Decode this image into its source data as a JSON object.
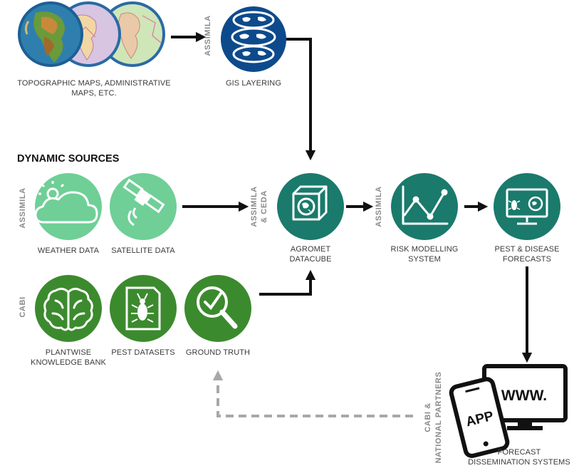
{
  "heading": "DYNAMIC SOURCES",
  "side_labels": {
    "gis": "ASSIMILA",
    "dynamic": "ASSIMILA",
    "cabi": "CABI",
    "datacube_line1": "ASSIMILA",
    "datacube_line2": "& CEDA",
    "risk": "ASSIMILA",
    "dissemination_line1": "CABI &",
    "dissemination_line2": "NATIONAL PARTNERS"
  },
  "nodes": {
    "maps": {
      "line1": "TOPOGRAPHIC MAPS, ADMINISTRATIVE",
      "line2": "MAPS, ETC."
    },
    "gis": {
      "line1": "GIS LAYERING"
    },
    "weather": {
      "line1": "WEATHER DATA"
    },
    "satellite": {
      "line1": "SATELLITE DATA"
    },
    "plantwise": {
      "line1": "PLANTWISE",
      "line2": "KNOWLEDGE BANK"
    },
    "pest_datasets": {
      "line1": "PEST DATASETS"
    },
    "ground_truth": {
      "line1": "GROUND TRUTH"
    },
    "datacube": {
      "line1": "AGROMET",
      "line2": "DATACUBE"
    },
    "risk": {
      "line1": "RISK MODELLING",
      "line2": "SYSTEM"
    },
    "forecasts": {
      "line1": "PEST & DISEASE",
      "line2": "FORECASTS"
    },
    "dissemination": {
      "line1": "FORECAST",
      "line2": "DISSEMINATION SYSTEMS",
      "www_text": "WWW.",
      "app_text": "APP"
    }
  },
  "colors": {
    "navy": "#0d4a8c",
    "teal": "#1a7a6c",
    "light_green": "#6fcf97",
    "dark_green": "#3c8a2e",
    "arrow": "#111111",
    "dashed_arrow": "#a8a8a8"
  },
  "icons": {
    "maps": "globe-map-icon",
    "gis": "layered-globe-icon",
    "weather": "sun-cloud-icon",
    "satellite": "satellite-icon",
    "plantwise": "brain-icon",
    "pest_datasets": "beetle-document-icon",
    "ground_truth": "magnifier-check-icon",
    "datacube": "globe-cube-icon",
    "risk": "line-chart-icon",
    "forecasts": "beetle-monitor-icon",
    "dissemination": "phone-monitor-icon"
  }
}
